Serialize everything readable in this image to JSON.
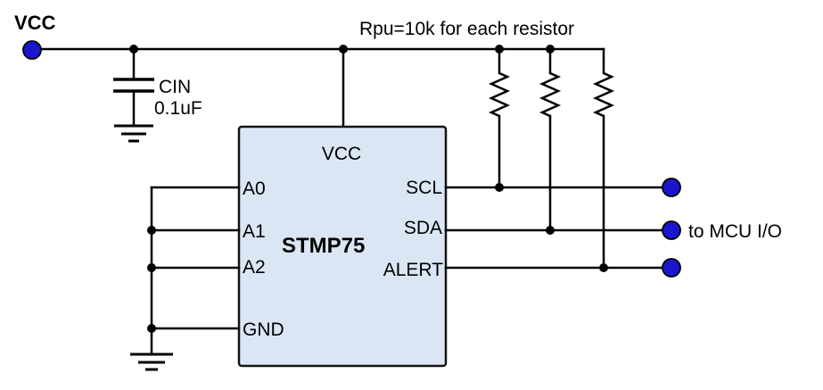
{
  "diagram": {
    "power": {
      "label": "VCC"
    },
    "note": "Rpu=10k for each resistor",
    "capacitor": {
      "ref": "CIN",
      "value": "0.1uF"
    },
    "ic": {
      "name": "STMP75",
      "pins": {
        "vcc": "VCC",
        "a0": "A0",
        "a1": "A1",
        "a2": "A2",
        "gnd": "GND",
        "scl": "SCL",
        "sda": "SDA",
        "alert": "ALERT"
      }
    },
    "outputs": {
      "label": "to MCU I/O"
    },
    "colors": {
      "wire": "#000000",
      "ic_fill": "#dbe6f4",
      "ic_stroke": "#141414",
      "terminal_fill": "#1a16d0",
      "terminal_stroke": "#000000"
    }
  }
}
